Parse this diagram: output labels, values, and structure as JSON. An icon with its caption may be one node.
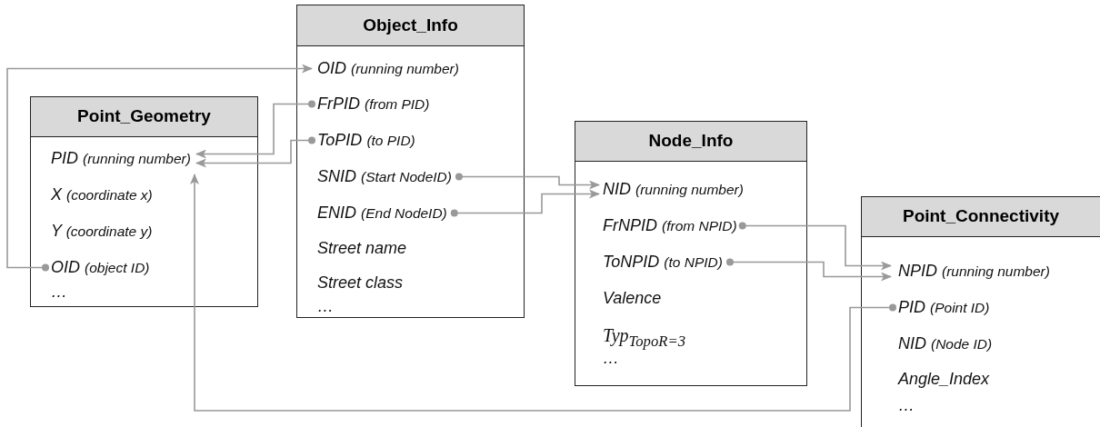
{
  "diagram": {
    "nodes": [
      {
        "text": [
          "Point_Geometry"
        ]
      },
      {
        "text": [
          "PID (running number)"
        ],
        "in": 0
      },
      {
        "text": [
          "X (coordinate x)"
        ],
        "in": 0
      },
      {
        "text": [
          "Y (coordinate y)"
        ],
        "in": 0
      },
      {
        "text": [
          "OID (object ID)"
        ],
        "in": 0
      },
      {
        "text": [
          "…"
        ],
        "in": 0
      },
      {
        "text": [
          "Object_Info"
        ]
      },
      {
        "text": [
          "OID (running number)"
        ],
        "in": 6
      },
      {
        "text": [
          "FrPID (from PID)"
        ],
        "in": 6
      },
      {
        "text": [
          "ToPID (to PID)"
        ],
        "in": 6
      },
      {
        "text": [
          "SNID (Start NodeID)"
        ],
        "in": 6
      },
      {
        "text": [
          "ENID (End NodeID)"
        ],
        "in": 6
      },
      {
        "text": [
          "Street name"
        ],
        "in": 6
      },
      {
        "text": [
          "Street class"
        ],
        "in": 6
      },
      {
        "text": [
          "…"
        ],
        "in": 6
      },
      {
        "text": [
          "Node_Info"
        ]
      },
      {
        "text": [
          "NID (running number)"
        ],
        "in": 15
      },
      {
        "text": [
          "FrNPID (from NPID)"
        ],
        "in": 15
      },
      {
        "text": [
          "ToNPID (to NPID)"
        ],
        "in": 15
      },
      {
        "text": [
          "Valence"
        ],
        "in": 15
      },
      {
        "text": [
          "Typ$_{TopoR=3}$"
        ],
        "in": 15
      },
      {
        "text": [
          "…"
        ],
        "in": 15
      },
      {
        "text": [
          "Point_Connectivity"
        ]
      },
      {
        "text": [
          "NPID (running number)"
        ],
        "in": 22
      },
      {
        "text": [
          "PID (Point ID)"
        ],
        "in": 22
      },
      {
        "text": [
          "NID (Node ID)"
        ],
        "in": 22
      },
      {
        "text": [
          "Angle_Index"
        ],
        "in": 22
      },
      {
        "text": [
          "…"
        ],
        "in": 22
      }
    ],
    "edges": [
      {
        "from": 4,
        "to": 7,
        "arrow": "to"
      },
      {
        "from": 8,
        "to": 1,
        "arrow": "to"
      },
      {
        "from": 9,
        "to": 1,
        "arrow": "to"
      },
      {
        "from": 10,
        "to": 16,
        "arrow": "to"
      },
      {
        "from": 11,
        "to": 16,
        "arrow": "to"
      },
      {
        "from": 17,
        "to": 23,
        "arrow": "to"
      },
      {
        "from": 18,
        "to": 23,
        "arrow": "to"
      },
      {
        "from": 24,
        "to": 1,
        "arrow": "to"
      }
    ]
  }
}
